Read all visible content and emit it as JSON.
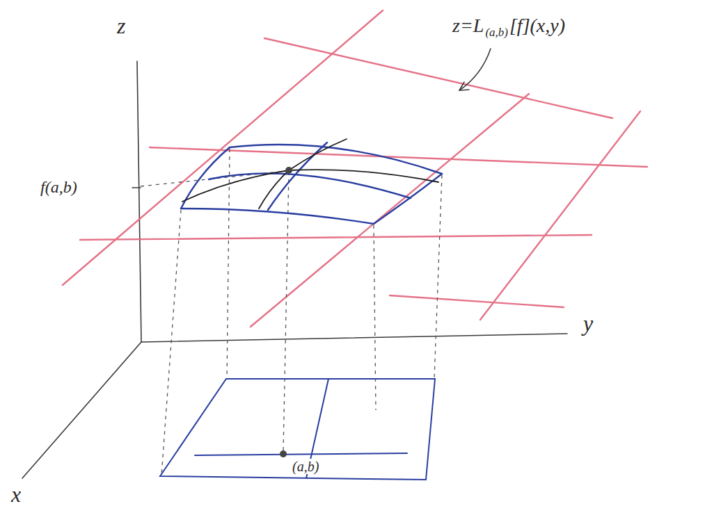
{
  "diagram": {
    "labels": [
      "z",
      "f(a,b)",
      "z=L",
      "(a,b)",
      "[f](x,y)",
      "y",
      "(a,b)",
      "x"
    ]
  }
}
